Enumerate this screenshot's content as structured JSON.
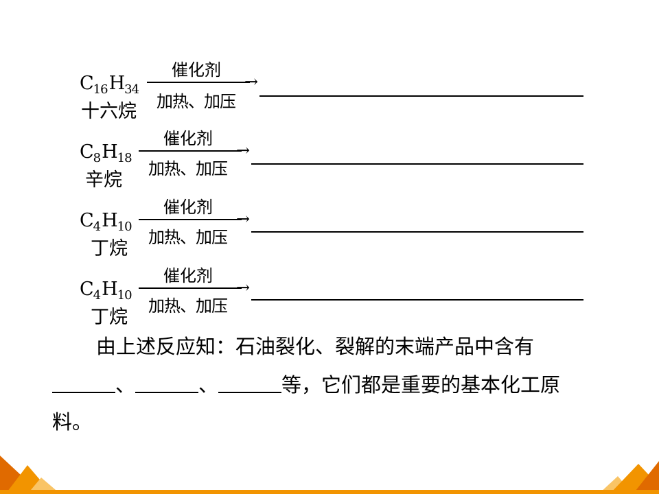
{
  "equations": [
    {
      "c_sub": "16",
      "h_sub": "34",
      "name": "十六烷",
      "catalyst": "催化剂",
      "conditions": "加热、加压"
    },
    {
      "c_sub": "8",
      "h_sub": "18",
      "name": "辛烷",
      "catalyst": "催化剂",
      "conditions": "加热、加压"
    },
    {
      "c_sub": "4",
      "h_sub": "10",
      "name": "丁烷",
      "catalyst": "催化剂",
      "conditions": "加热、加压"
    },
    {
      "c_sub": "4",
      "h_sub": "10",
      "name": "丁烷",
      "catalyst": "催化剂",
      "conditions": "加热、加压"
    }
  ],
  "symbols": {
    "carbon": "C",
    "hydrogen": "H",
    "arrow_head": "→"
  },
  "paragraph": {
    "line1": "由上述反应知：石油裂化、裂解的末端产品中含有",
    "sep1": "、",
    "sep2": "、",
    "line2_tail": "等，它们都是重要的基本化工原",
    "line3": "料。"
  },
  "colors": {
    "footer_orange": "#F29400",
    "footer_dark": "#E06A00",
    "footer_light": "#F9C466"
  }
}
